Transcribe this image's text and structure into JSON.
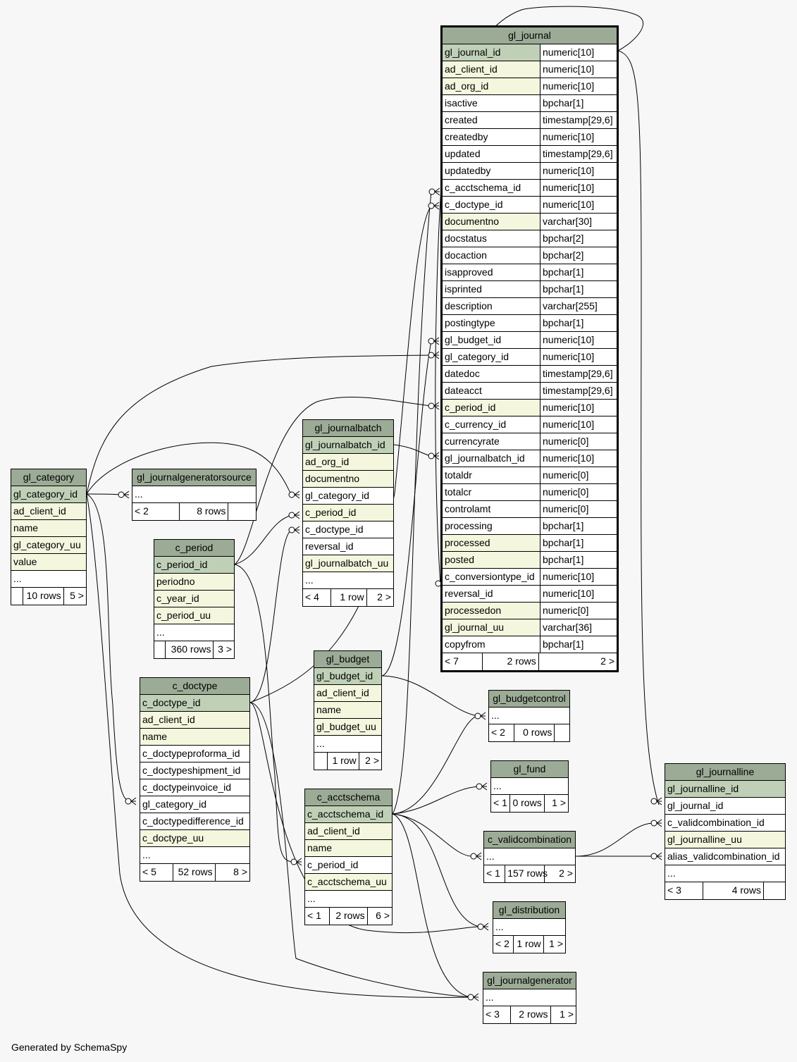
{
  "footer": "Generated by SchemaSpy",
  "colors": {
    "background": "#f7f7f7",
    "header": "#9cab96",
    "primary_key": "#bfd0b7",
    "indexed": "#f4f7de"
  },
  "tables": {
    "gl_journal": {
      "name": "gl_journal",
      "columns": [
        {
          "name": "gl_journal_id",
          "type": "numeric[10]",
          "kind": "pk"
        },
        {
          "name": "ad_client_id",
          "type": "numeric[10]",
          "kind": "idx"
        },
        {
          "name": "ad_org_id",
          "type": "numeric[10]",
          "kind": "idx"
        },
        {
          "name": "isactive",
          "type": "bpchar[1]",
          "kind": ""
        },
        {
          "name": "created",
          "type": "timestamp[29,6]",
          "kind": ""
        },
        {
          "name": "createdby",
          "type": "numeric[10]",
          "kind": ""
        },
        {
          "name": "updated",
          "type": "timestamp[29,6]",
          "kind": ""
        },
        {
          "name": "updatedby",
          "type": "numeric[10]",
          "kind": ""
        },
        {
          "name": "c_acctschema_id",
          "type": "numeric[10]",
          "kind": ""
        },
        {
          "name": "c_doctype_id",
          "type": "numeric[10]",
          "kind": ""
        },
        {
          "name": "documentno",
          "type": "varchar[30]",
          "kind": "idx"
        },
        {
          "name": "docstatus",
          "type": "bpchar[2]",
          "kind": ""
        },
        {
          "name": "docaction",
          "type": "bpchar[2]",
          "kind": ""
        },
        {
          "name": "isapproved",
          "type": "bpchar[1]",
          "kind": ""
        },
        {
          "name": "isprinted",
          "type": "bpchar[1]",
          "kind": ""
        },
        {
          "name": "description",
          "type": "varchar[255]",
          "kind": ""
        },
        {
          "name": "postingtype",
          "type": "bpchar[1]",
          "kind": ""
        },
        {
          "name": "gl_budget_id",
          "type": "numeric[10]",
          "kind": ""
        },
        {
          "name": "gl_category_id",
          "type": "numeric[10]",
          "kind": ""
        },
        {
          "name": "datedoc",
          "type": "timestamp[29,6]",
          "kind": ""
        },
        {
          "name": "dateacct",
          "type": "timestamp[29,6]",
          "kind": ""
        },
        {
          "name": "c_period_id",
          "type": "numeric[10]",
          "kind": "idx"
        },
        {
          "name": "c_currency_id",
          "type": "numeric[10]",
          "kind": ""
        },
        {
          "name": "currencyrate",
          "type": "numeric[0]",
          "kind": ""
        },
        {
          "name": "gl_journalbatch_id",
          "type": "numeric[10]",
          "kind": ""
        },
        {
          "name": "totaldr",
          "type": "numeric[0]",
          "kind": ""
        },
        {
          "name": "totalcr",
          "type": "numeric[0]",
          "kind": ""
        },
        {
          "name": "controlamt",
          "type": "numeric[0]",
          "kind": ""
        },
        {
          "name": "processing",
          "type": "bpchar[1]",
          "kind": ""
        },
        {
          "name": "processed",
          "type": "bpchar[1]",
          "kind": "idx"
        },
        {
          "name": "posted",
          "type": "bpchar[1]",
          "kind": "idx"
        },
        {
          "name": "c_conversiontype_id",
          "type": "numeric[10]",
          "kind": ""
        },
        {
          "name": "reversal_id",
          "type": "numeric[10]",
          "kind": ""
        },
        {
          "name": "processedon",
          "type": "numeric[0]",
          "kind": "idx"
        },
        {
          "name": "gl_journal_uu",
          "type": "varchar[36]",
          "kind": "idx"
        },
        {
          "name": "copyfrom",
          "type": "bpchar[1]",
          "kind": ""
        }
      ],
      "footer": [
        "< 7",
        "2 rows",
        "2 >"
      ]
    },
    "gl_category": {
      "name": "gl_category",
      "columns": [
        {
          "name": "gl_category_id",
          "kind": "pk"
        },
        {
          "name": "ad_client_id",
          "kind": "idx"
        },
        {
          "name": "name",
          "kind": "idx"
        },
        {
          "name": "gl_category_uu",
          "kind": "idx"
        },
        {
          "name": "value",
          "kind": "idx"
        },
        {
          "name": "...",
          "kind": ""
        }
      ],
      "footer": [
        "",
        "10 rows",
        "5 >"
      ]
    },
    "gl_journalgeneratorsource": {
      "name": "gl_journalgeneratorsource",
      "columns": [
        {
          "name": "...",
          "kind": ""
        }
      ],
      "footer": [
        "< 2",
        "8 rows",
        ""
      ]
    },
    "c_period": {
      "name": "c_period",
      "columns": [
        {
          "name": "c_period_id",
          "kind": "pk"
        },
        {
          "name": "periodno",
          "kind": "idx"
        },
        {
          "name": "c_year_id",
          "kind": "idx"
        },
        {
          "name": "c_period_uu",
          "kind": "idx"
        },
        {
          "name": "...",
          "kind": ""
        }
      ],
      "footer": [
        "",
        "360 rows",
        "3 >"
      ]
    },
    "gl_journalbatch": {
      "name": "gl_journalbatch",
      "columns": [
        {
          "name": "gl_journalbatch_id",
          "kind": "pk"
        },
        {
          "name": "ad_org_id",
          "kind": "idx"
        },
        {
          "name": "documentno",
          "kind": "idx"
        },
        {
          "name": "gl_category_id",
          "kind": ""
        },
        {
          "name": "c_period_id",
          "kind": "idx"
        },
        {
          "name": "c_doctype_id",
          "kind": ""
        },
        {
          "name": "reversal_id",
          "kind": ""
        },
        {
          "name": "gl_journalbatch_uu",
          "kind": "idx"
        },
        {
          "name": "...",
          "kind": ""
        }
      ],
      "footer": [
        "< 4",
        "1 row",
        "2 >"
      ]
    },
    "c_doctype": {
      "name": "c_doctype",
      "columns": [
        {
          "name": "c_doctype_id",
          "kind": "pk"
        },
        {
          "name": "ad_client_id",
          "kind": "idx"
        },
        {
          "name": "name",
          "kind": "idx"
        },
        {
          "name": "c_doctypeproforma_id",
          "kind": ""
        },
        {
          "name": "c_doctypeshipment_id",
          "kind": ""
        },
        {
          "name": "c_doctypeinvoice_id",
          "kind": ""
        },
        {
          "name": "gl_category_id",
          "kind": ""
        },
        {
          "name": "c_doctypedifference_id",
          "kind": ""
        },
        {
          "name": "c_doctype_uu",
          "kind": "idx"
        },
        {
          "name": "...",
          "kind": ""
        }
      ],
      "footer": [
        "< 5",
        "52 rows",
        "8 >"
      ]
    },
    "gl_budget": {
      "name": "gl_budget",
      "columns": [
        {
          "name": "gl_budget_id",
          "kind": "pk"
        },
        {
          "name": "ad_client_id",
          "kind": "idx"
        },
        {
          "name": "name",
          "kind": "idx"
        },
        {
          "name": "gl_budget_uu",
          "kind": "idx"
        },
        {
          "name": "...",
          "kind": ""
        }
      ],
      "footer": [
        "",
        "1 row",
        "2 >"
      ]
    },
    "c_acctschema": {
      "name": "c_acctschema",
      "columns": [
        {
          "name": "c_acctschema_id",
          "kind": "pk"
        },
        {
          "name": "ad_client_id",
          "kind": "idx"
        },
        {
          "name": "name",
          "kind": "idx"
        },
        {
          "name": "c_period_id",
          "kind": ""
        },
        {
          "name": "c_acctschema_uu",
          "kind": "idx"
        },
        {
          "name": "...",
          "kind": ""
        }
      ],
      "footer": [
        "< 1",
        "2 rows",
        "6 >"
      ]
    },
    "gl_budgetcontrol": {
      "name": "gl_budgetcontrol",
      "columns": [
        {
          "name": "...",
          "kind": ""
        }
      ],
      "footer": [
        "< 2",
        "0 rows",
        ""
      ]
    },
    "gl_fund": {
      "name": "gl_fund",
      "columns": [
        {
          "name": "...",
          "kind": ""
        }
      ],
      "footer": [
        "< 1",
        "0 rows",
        "1 >"
      ]
    },
    "c_validcombination": {
      "name": "c_validcombination",
      "columns": [
        {
          "name": "...",
          "kind": ""
        }
      ],
      "footer": [
        "< 1",
        "157 rows",
        "2 >"
      ]
    },
    "gl_distribution": {
      "name": "gl_distribution",
      "columns": [
        {
          "name": "...",
          "kind": ""
        }
      ],
      "footer": [
        "< 2",
        "1 row",
        "1 >"
      ]
    },
    "gl_journalgenerator": {
      "name": "gl_journalgenerator",
      "columns": [
        {
          "name": "...",
          "kind": ""
        }
      ],
      "footer": [
        "< 3",
        "2 rows",
        "1 >"
      ]
    },
    "gl_journalline": {
      "name": "gl_journalline",
      "columns": [
        {
          "name": "gl_journalline_id",
          "kind": "pk"
        },
        {
          "name": "gl_journal_id",
          "kind": ""
        },
        {
          "name": "c_validcombination_id",
          "kind": ""
        },
        {
          "name": "gl_journalline_uu",
          "kind": "idx"
        },
        {
          "name": "alias_validcombination_id",
          "kind": ""
        },
        {
          "name": "...",
          "kind": ""
        }
      ],
      "footer": [
        "< 3",
        "4 rows",
        ""
      ]
    }
  }
}
